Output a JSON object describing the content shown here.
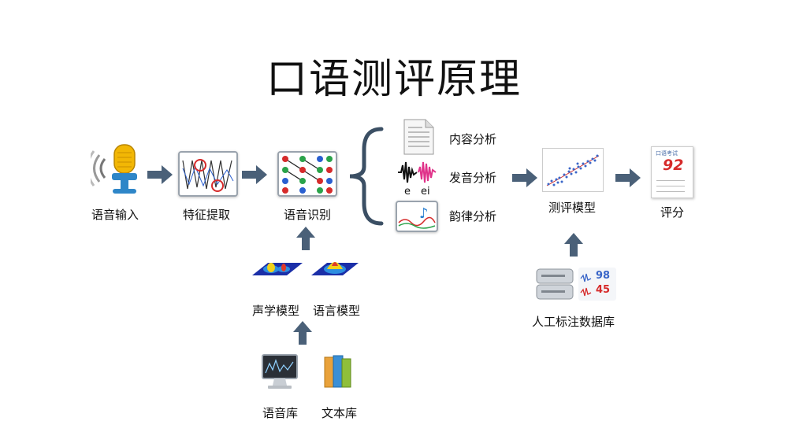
{
  "title": "口语测评原理",
  "pipeline": {
    "speech_input": "语音输入",
    "feature_extraction": "特征提取",
    "speech_recognition": "语音识别",
    "evaluation_model": "测评模型",
    "score": "评分"
  },
  "analysis": {
    "content": "内容分析",
    "pronunciation": "发音分析",
    "prosody": "韵律分析",
    "phoneme_e": "e",
    "phoneme_ei": "ei"
  },
  "models": {
    "acoustic": "声学模型",
    "language": "语言模型"
  },
  "corpora": {
    "speech": "语音库",
    "text": "文本库"
  },
  "annotation": {
    "label": "人工标注数据库",
    "value_top": "98",
    "value_bottom": "45"
  },
  "score_card": {
    "heading": "口语考试",
    "score": "92"
  },
  "colors": {
    "arrow": "#4a6078",
    "accent_red": "#d62b2b"
  }
}
